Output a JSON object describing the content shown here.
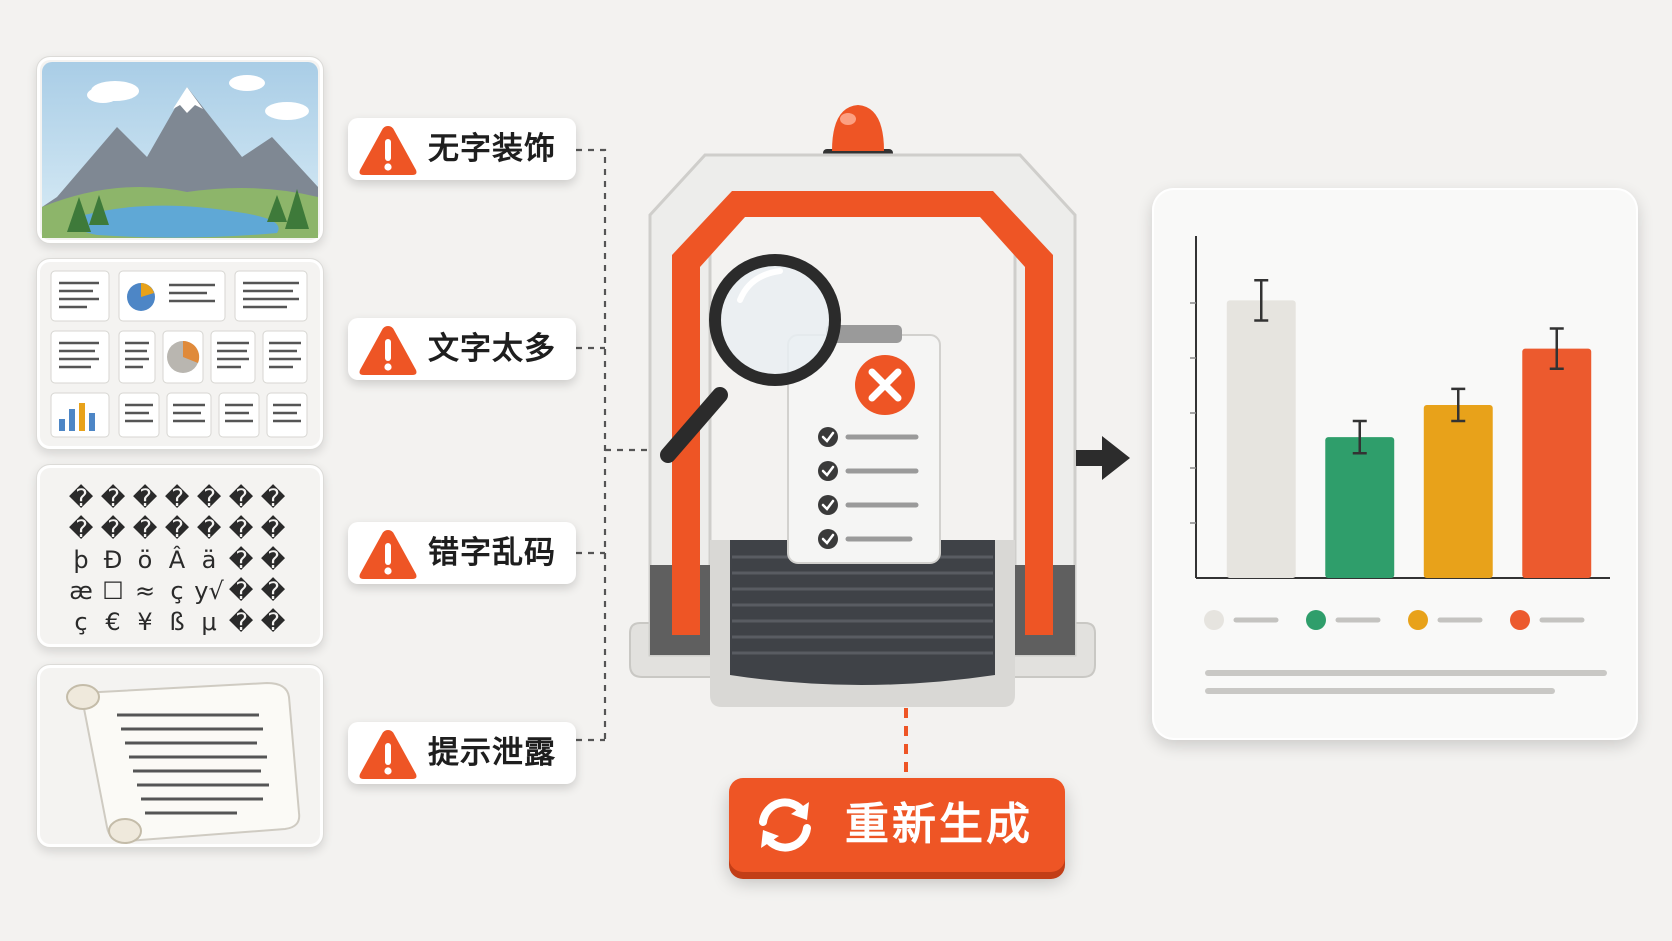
{
  "issues": [
    {
      "label": "无字装饰"
    },
    {
      "label": "文字太多"
    },
    {
      "label": "错字乱码"
    },
    {
      "label": "提示泄露"
    }
  ],
  "garbled_rows": [
    [
      "�",
      "�",
      "�",
      "�",
      "�",
      "�",
      "�"
    ],
    [
      "�",
      "�",
      "�",
      "�",
      "�",
      "�",
      "�"
    ],
    [
      "þ",
      "Ð",
      "ö",
      "Â",
      "ä",
      "�",
      "�"
    ],
    [
      "æ",
      "☐",
      "≈",
      "ç",
      "y√",
      "�",
      "�"
    ],
    [
      "ç",
      "€",
      "¥",
      "ß",
      "μ",
      "�",
      "�"
    ]
  ],
  "button": {
    "label": "重新生成"
  },
  "chart_data": {
    "type": "bar",
    "categories": [
      "",
      "",
      "",
      ""
    ],
    "values": [
      69,
      35,
      43,
      57
    ],
    "error": [
      5,
      4,
      4,
      5
    ],
    "ylim": [
      0,
      82
    ],
    "colors": [
      "#e6e4df",
      "#2f9e6b",
      "#e8a21a",
      "#ec5a2e"
    ],
    "legend": "bottom",
    "grid": false,
    "title": "",
    "xlabel": "",
    "ylabel": ""
  },
  "colors": {
    "accent": "#ee5525",
    "warning": "#ee5525",
    "background": "#f3f2f0"
  },
  "icons": {
    "warning": "warning-triangle-icon",
    "arrow": "arrow-right-icon",
    "refresh": "refresh-icon",
    "magnifier": "magnifier-icon",
    "reject": "close-icon"
  }
}
